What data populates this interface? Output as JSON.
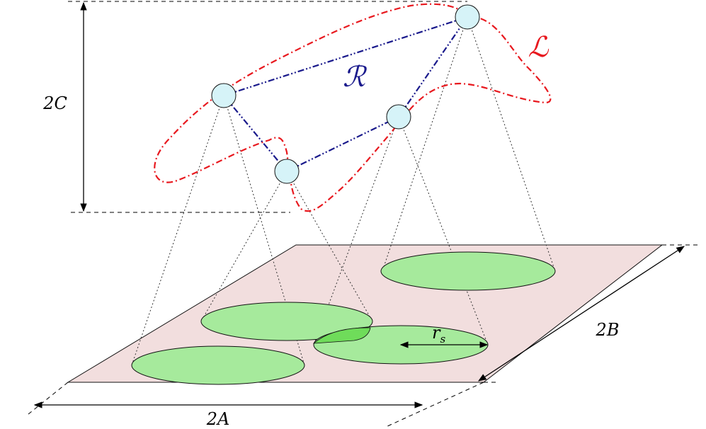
{
  "labels": {
    "height": "2C",
    "width": "2A",
    "depth": "2B",
    "sensing_radius": "r",
    "sensing_radius_sub": "s",
    "network": "ℛ",
    "curve": "ℒ"
  },
  "colors": {
    "plane_fill": "#f2dede",
    "footprint_fill": "#a6ea9c",
    "footprint_overlap": "#6fdc5a",
    "node_fill": "#d6f3f8",
    "network": "#1a1a8c",
    "curve": "#e8191f",
    "dimension": "#000000"
  }
}
